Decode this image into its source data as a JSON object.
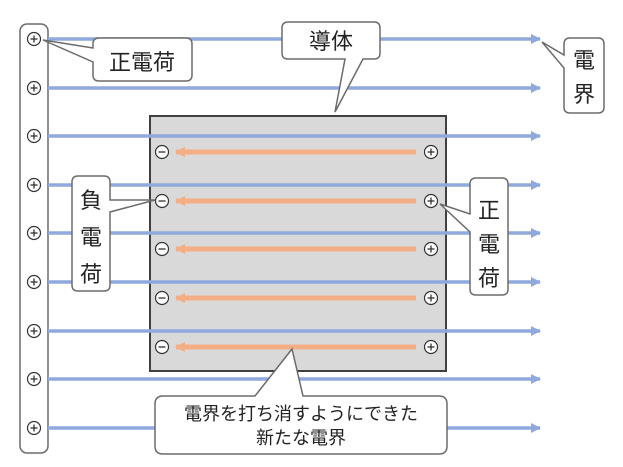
{
  "labels": {
    "positive_charge_plate": "正電荷",
    "conductor": "導体",
    "electric_field": "電界",
    "negative_charge_side": [
      "負",
      "電",
      "荷"
    ],
    "positive_charge_side": [
      "正",
      "電",
      "荷"
    ],
    "induced_field_line1": "電界を打ち消すようにできた",
    "induced_field_line2": "新たな電界"
  },
  "symbols": {
    "plus": "+",
    "minus": "−"
  },
  "counts": {
    "plate_charges": 9,
    "field_lines": 9,
    "conductor_charge_rows": 5
  },
  "colors": {
    "external_field": "#8FA9DC",
    "induced_field": "#F4AE86",
    "conductor_fill": "#D9D9D9",
    "conductor_border": "#404040",
    "callout_border": "#6B6B6B",
    "callout_fill": "#FFFFFF"
  }
}
